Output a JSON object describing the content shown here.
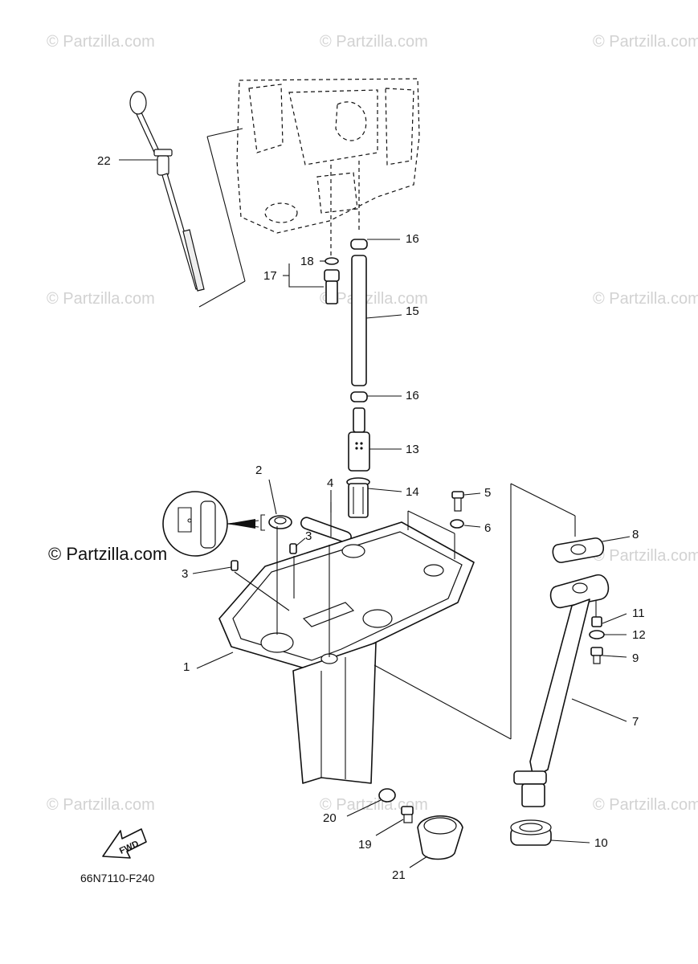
{
  "watermark": "© Partzilla.com",
  "diagram_code": "66N7110-F240",
  "fwd_label": "FWD",
  "callouts": [
    {
      "id": "c1",
      "text": "1"
    },
    {
      "id": "c2",
      "text": "2"
    },
    {
      "id": "c3a",
      "text": "3"
    },
    {
      "id": "c3b",
      "text": "3"
    },
    {
      "id": "c4",
      "text": "4"
    },
    {
      "id": "c5",
      "text": "5"
    },
    {
      "id": "c6",
      "text": "6"
    },
    {
      "id": "c7",
      "text": "7"
    },
    {
      "id": "c8",
      "text": "8"
    },
    {
      "id": "c9",
      "text": "9"
    },
    {
      "id": "c10",
      "text": "10"
    },
    {
      "id": "c11",
      "text": "11"
    },
    {
      "id": "c12",
      "text": "12"
    },
    {
      "id": "c13",
      "text": "13"
    },
    {
      "id": "c14",
      "text": "14"
    },
    {
      "id": "c15",
      "text": "15"
    },
    {
      "id": "c16a",
      "text": "16"
    },
    {
      "id": "c16b",
      "text": "16"
    },
    {
      "id": "c17",
      "text": "17"
    },
    {
      "id": "c18",
      "text": "18"
    },
    {
      "id": "c19",
      "text": "19"
    },
    {
      "id": "c20",
      "text": "20"
    },
    {
      "id": "c21",
      "text": "21"
    },
    {
      "id": "c22",
      "text": "22"
    }
  ]
}
